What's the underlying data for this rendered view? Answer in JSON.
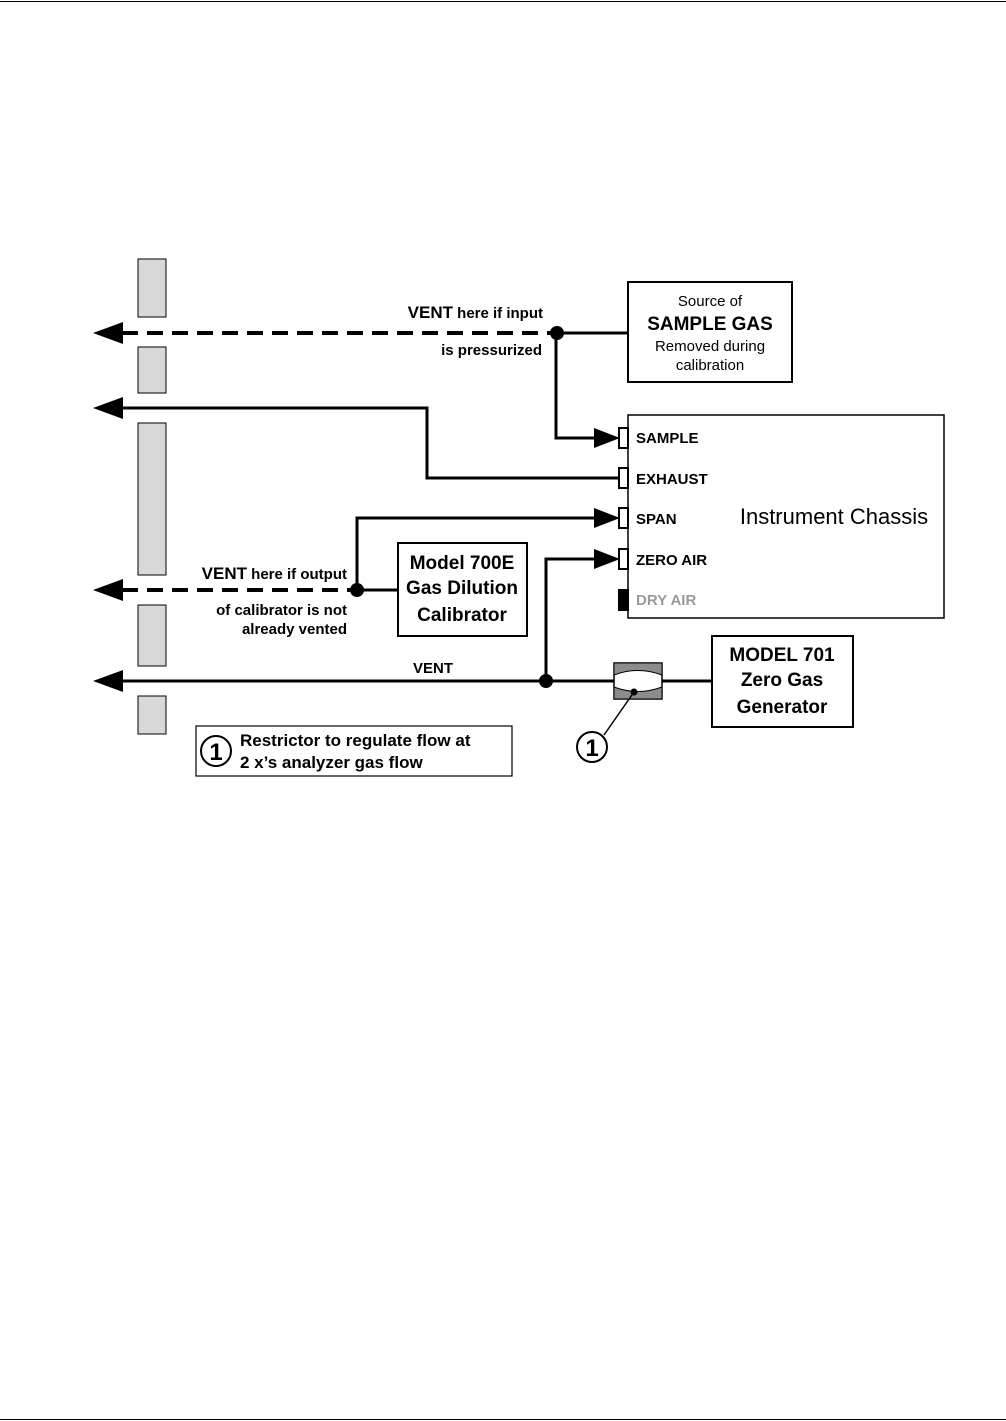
{
  "diagram": {
    "sample_source": {
      "line1": "Source of",
      "line2": "SAMPLE GAS",
      "line3": "Removed during",
      "line4": "calibration"
    },
    "vent_input": {
      "vent_word": "VENT",
      "rest": " here if input",
      "line2": "is pressurized"
    },
    "vent_output": {
      "vent_word": "VENT",
      "rest": " here if output",
      "line2": "of calibrator is not",
      "line3": "already vented"
    },
    "vent_label": "VENT",
    "instrument": {
      "title": "Instrument Chassis",
      "ports": [
        "SAMPLE",
        "EXHAUST",
        "SPAN",
        "ZERO AIR",
        "DRY AIR"
      ]
    },
    "calibrator": {
      "line1": "Model 700E",
      "line2": "Gas Dilution",
      "line3": "Calibrator"
    },
    "generator": {
      "line1": "MODEL 701",
      "line2": "Zero Gas",
      "line3": "Generator"
    },
    "restrictor_callout": "1",
    "legend": {
      "number": "1",
      "line1": "Restrictor to regulate flow at",
      "line2": "2 x’s analyzer gas flow"
    },
    "colors": {
      "line": "#000000",
      "wall_fill": "#d9d9d9",
      "dry_air_text": "#9a9a9a"
    }
  }
}
